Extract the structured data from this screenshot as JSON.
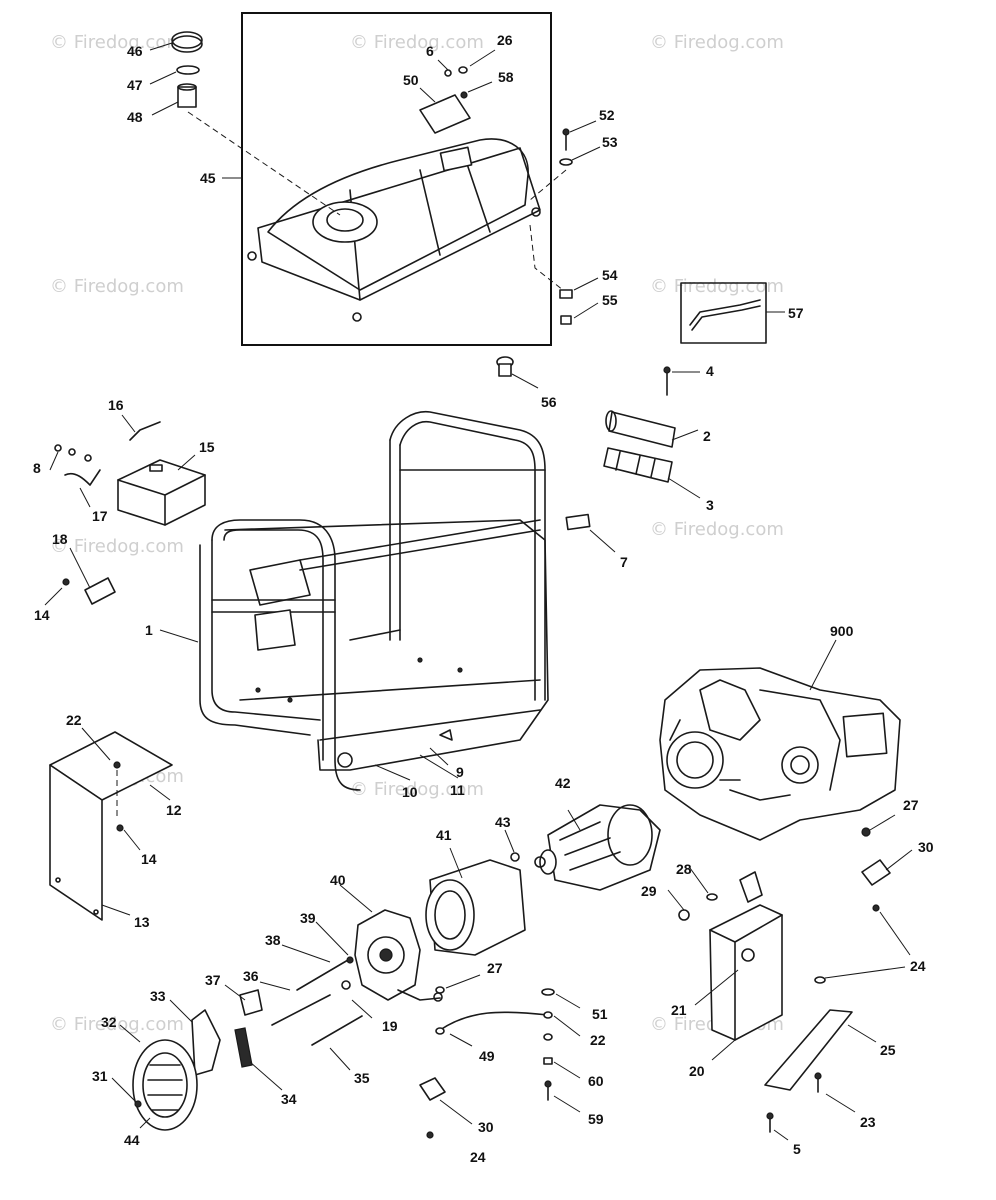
{
  "watermark_text": "© Firedog.com",
  "callouts": {
    "c1": "1",
    "c2": "2",
    "c3": "3",
    "c4": "4",
    "c5": "5",
    "c6": "6",
    "c7": "7",
    "c8": "8",
    "c9": "9",
    "c10": "10",
    "c11": "11",
    "c12": "12",
    "c13": "13",
    "c14a": "14",
    "c14b": "14",
    "c15": "15",
    "c16": "16",
    "c17": "17",
    "c18": "18",
    "c19": "19",
    "c20": "20",
    "c21": "21",
    "c22a": "22",
    "c22b": "22",
    "c23": "23",
    "c24a": "24",
    "c24b": "24",
    "c25": "25",
    "c26": "26",
    "c27a": "27",
    "c27b": "27",
    "c28": "28",
    "c29": "29",
    "c30a": "30",
    "c30b": "30",
    "c31": "31",
    "c32": "32",
    "c33": "33",
    "c34": "34",
    "c35": "35",
    "c36": "36",
    "c37": "37",
    "c38": "38",
    "c39": "39",
    "c40": "40",
    "c41": "41",
    "c42": "42",
    "c43": "43",
    "c44": "44",
    "c45": "45",
    "c46": "46",
    "c47": "47",
    "c48": "48",
    "c49": "49",
    "c50": "50",
    "c51": "51",
    "c52": "52",
    "c53": "53",
    "c54": "54",
    "c55": "55",
    "c56": "56",
    "c57": "57",
    "c58": "58",
    "c59": "59",
    "c60": "60",
    "c900": "900"
  }
}
